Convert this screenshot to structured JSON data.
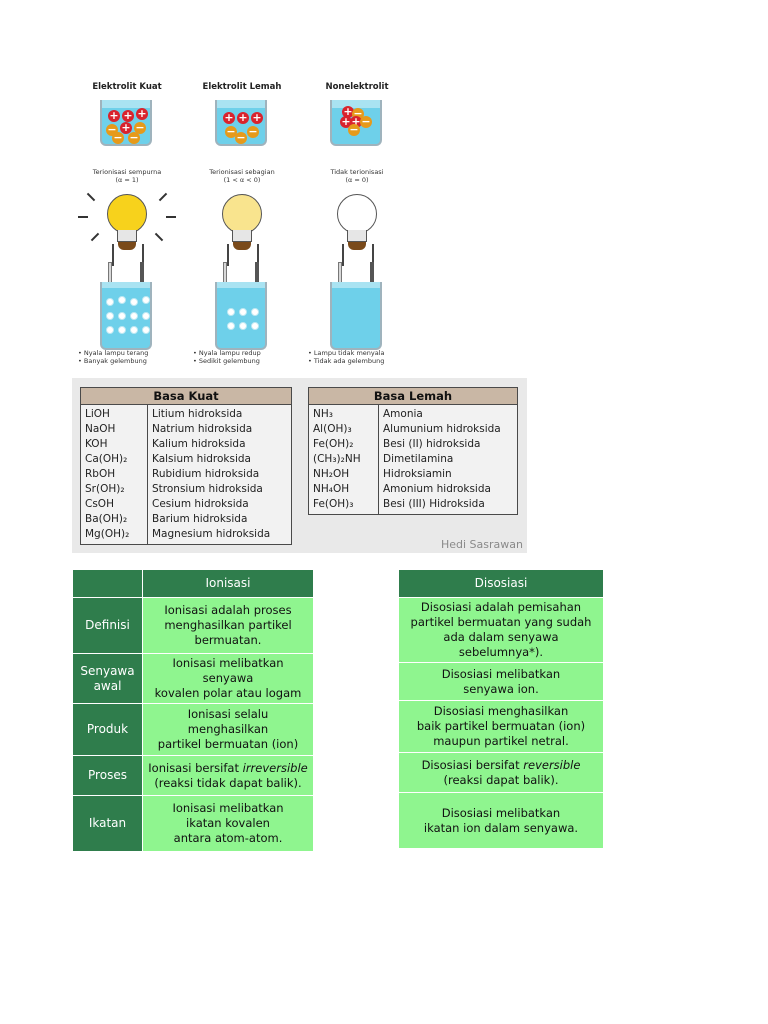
{
  "electrolytes": [
    {
      "title": "Elektrolit Kuat",
      "caption1": "Terionisasi sempurna",
      "caption2": "(α = 1)",
      "notes": [
        "Nyala lampu terang",
        "Banyak gelembung"
      ]
    },
    {
      "title": "Elektrolit Lemah",
      "caption1": "Terionisasi sebagian",
      "caption2": "(1 < α < 0)",
      "notes": [
        "Nyala lampu redup",
        "Sedikit gelembung"
      ]
    },
    {
      "title": "Nonelektrolit",
      "caption1": "Tidak terionisasi",
      "caption2": "(α = 0)",
      "notes": [
        "Lampu tidak menyala",
        "Tidak ada gelembung"
      ]
    }
  ],
  "bases": {
    "strong": {
      "title": "Basa Kuat",
      "formulas": [
        "LiOH",
        "NaOH",
        "KOH",
        "Ca(OH)₂",
        "RbOH",
        "Sr(OH)₂",
        "CsOH",
        "Ba(OH)₂",
        "Mg(OH)₂"
      ],
      "names": [
        "Litium hidroksida",
        "Natrium hidroksida",
        "Kalium hidroksida",
        "Kalsium hidroksida",
        "Rubidium hidroksida",
        "Stronsium hidroksida",
        "Cesium hidroksida",
        "Barium hidroksida",
        "Magnesium hidroksida"
      ]
    },
    "weak": {
      "title": "Basa Lemah",
      "formulas": [
        "NH₃",
        "Al(OH)₃",
        "Fe(OH)₂",
        "(CH₃)₂NH",
        "NH₂OH",
        "NH₄OH",
        "Fe(OH)₃"
      ],
      "names": [
        "Amonia",
        "Alumunium hidroksida",
        "Besi (II) hidroksida",
        "Dimetilamina",
        "Hidroksiamin",
        "Amonium hidroksida",
        "Besi (III) Hidroksida"
      ]
    },
    "credit": "Hedi Sasrawan"
  },
  "ionisasi": {
    "header": "Ionisasi",
    "rows": [
      {
        "label": [
          "Definisi"
        ],
        "lines": [
          "Ionisasi adalah proses",
          "menghasilkan partikel",
          "bermuatan."
        ]
      },
      {
        "label": [
          "Senyawa",
          "awal"
        ],
        "lines": [
          "Ionisasi melibatkan senyawa",
          "kovalen polar atau logam"
        ]
      },
      {
        "label": [
          "Produk"
        ],
        "lines": [
          "Ionisasi selalu menghasilkan",
          "partikel bermuatan (ion)"
        ]
      },
      {
        "label": [
          "Proses"
        ],
        "lines": [
          "Ionisasi bersifat ",
          "(reaksi tidak dapat balik)."
        ],
        "italic": "irreversible"
      },
      {
        "label": [
          "Ikatan"
        ],
        "lines": [
          "Ionisasi melibatkan",
          "ikatan kovalen",
          "antara atom-atom."
        ]
      }
    ]
  },
  "disosiasi": {
    "header": "Disosiasi",
    "rows": [
      {
        "lines": [
          "Disosiasi adalah pemisahan",
          "partikel bermuatan yang sudah",
          "ada dalam senyawa sebelumnya*)."
        ]
      },
      {
        "lines": [
          "Disosiasi melibatkan",
          "senyawa ion."
        ]
      },
      {
        "lines": [
          "Disosiasi menghasilkan",
          "baik partikel bermuatan (ion)",
          "maupun partikel netral."
        ]
      },
      {
        "lines": [
          "Disosiasi bersifat ",
          "(reaksi dapat balik)."
        ],
        "italic": "reversible"
      },
      {
        "lines": [
          "Disosiasi melibatkan",
          "ikatan ion dalam senyawa."
        ]
      }
    ]
  },
  "colors": {
    "header_green": "#2f7d4c",
    "cell_green": "#8ff58f",
    "water": "#6ed0ea",
    "bulb_bright": "#f7d21c",
    "bulb_dim": "#f9e48e"
  }
}
